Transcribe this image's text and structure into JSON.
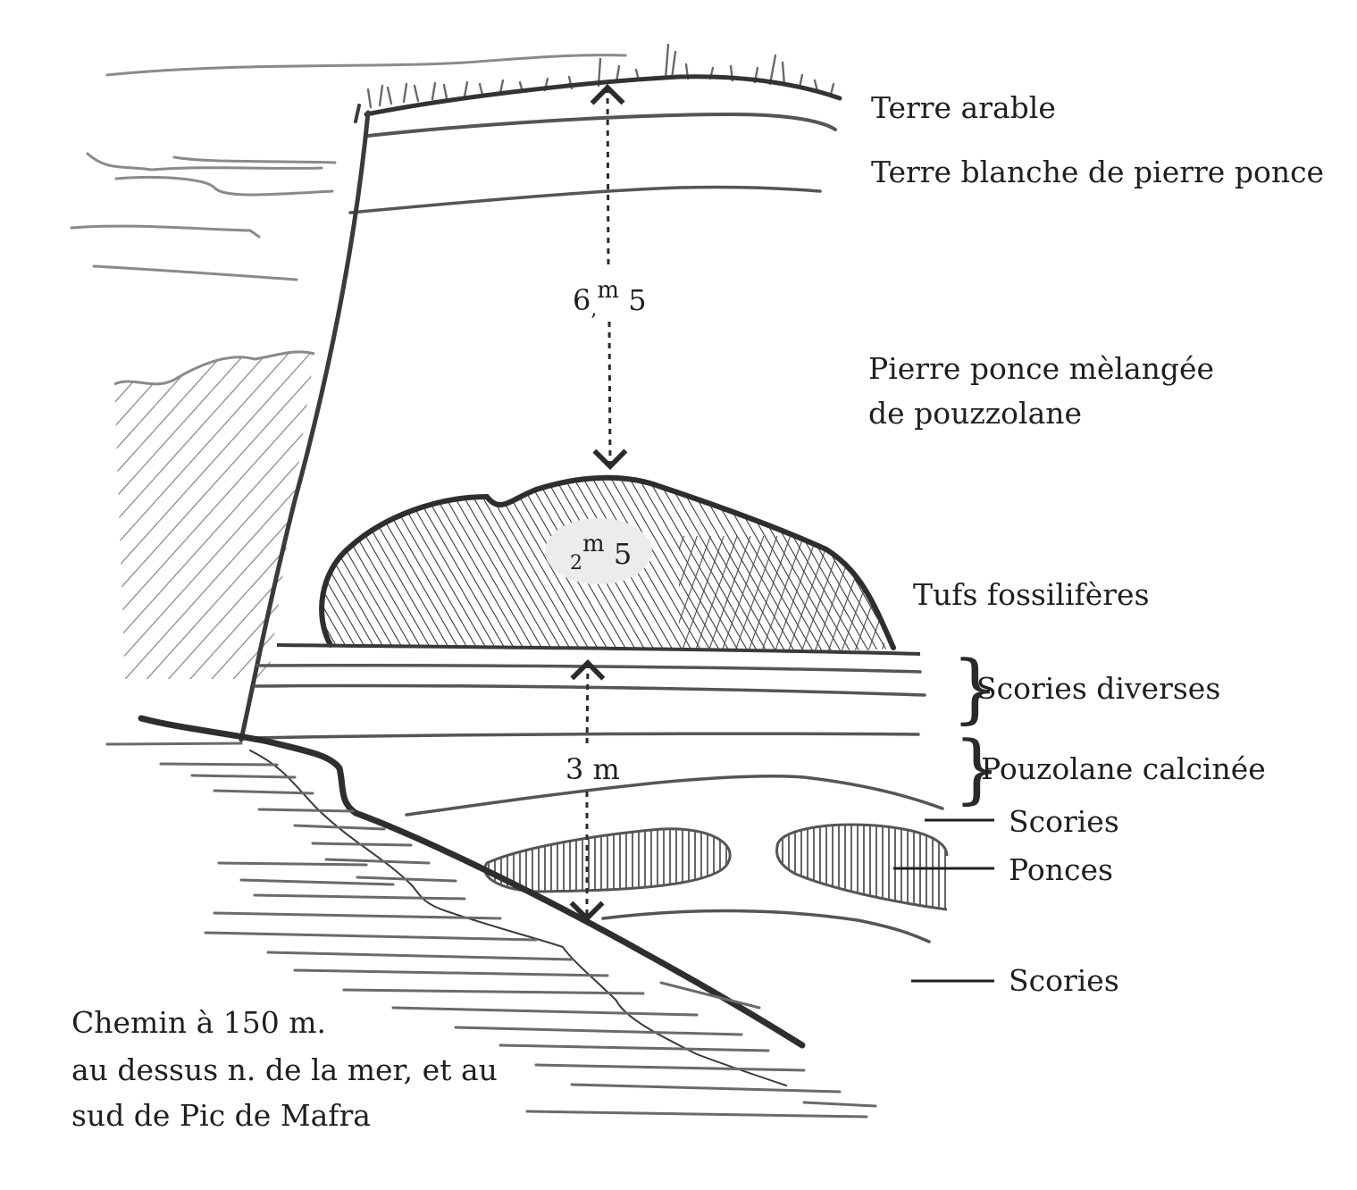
{
  "labels": {
    "terre_arable": "Terre arable",
    "terre_blanche": "Terre blanche de pierre ponce",
    "pierre_ponce_1": "Pierre ponce mèlangée",
    "pierre_ponce_2": "de pouzzolane",
    "tufs": "Tufs fossilifères",
    "scories_diverses": "Scories diverses",
    "pouzolane_calcinee": "Pouzolane calcinée",
    "scories_1": "Scories",
    "ponces": "Ponces",
    "scories_2": "Scories",
    "caption_1": "Chemin à 150 m.",
    "caption_2": "au dessus n. de la mer, et au",
    "caption_3": "sud de Pic de Mafra"
  },
  "measurements": {
    "upper": {
      "whole": "6",
      "sep": ",",
      "unit": "m",
      "frac": "5"
    },
    "tuff": {
      "whole": "2",
      "unit": "m",
      "frac": "5"
    },
    "lower": "3 m"
  },
  "brace_glyph": "}",
  "colors": {
    "ink": "#2b2b2b",
    "ink_mid": "#555555",
    "ink_light": "#8a8a8a",
    "paper": "#ffffff"
  }
}
